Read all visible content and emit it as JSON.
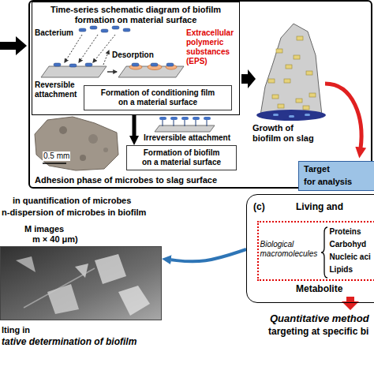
{
  "diagram": {
    "nodes": [
      {
        "text": [
          "Adhesion phase of microbes to slag surface"
        ]
      },
      {
        "text": [
          "Time-series schematic diagram of biofilm formation on material surface"
        ],
        "in": 0
      },
      {
        "text": [
          "Formation of conditioning film on a material surface"
        ],
        "in": 1
      },
      {
        "text": [
          "Formation of biofilm on a material surface"
        ],
        "in": 0
      },
      {
        "text": [
          "Target",
          "for analysis"
        ]
      },
      {
        "text": [
          "(c)",
          "Living and",
          "Metabolite"
        ]
      },
      {
        "text": [
          "Biological macromolecules",
          "Proteins",
          "Carbohyd",
          "Nucleic aci",
          "Lipids"
        ],
        "in": 5
      },
      {
        "text": [
          "M images",
          "m × 40 μm)"
        ]
      }
    ],
    "edges": [
      {
        "from": 1,
        "to": 3,
        "arrow": "to"
      },
      {
        "from": 5,
        "to": 7,
        "arrow": "to"
      }
    ],
    "labels": [
      "Bacterium",
      "Desorption",
      "Extracellular polymeric substances (EPS)",
      "Reversible attachment",
      "Irreversible attachment",
      "0.5 mm",
      "Growth of biofilm on slag",
      "in quantification of microbes",
      "n-dispersion of microbes in biofilm",
      "lting in",
      "tative determination of biofilm",
      "Quantitative method",
      "targeting at specific bi"
    ]
  }
}
